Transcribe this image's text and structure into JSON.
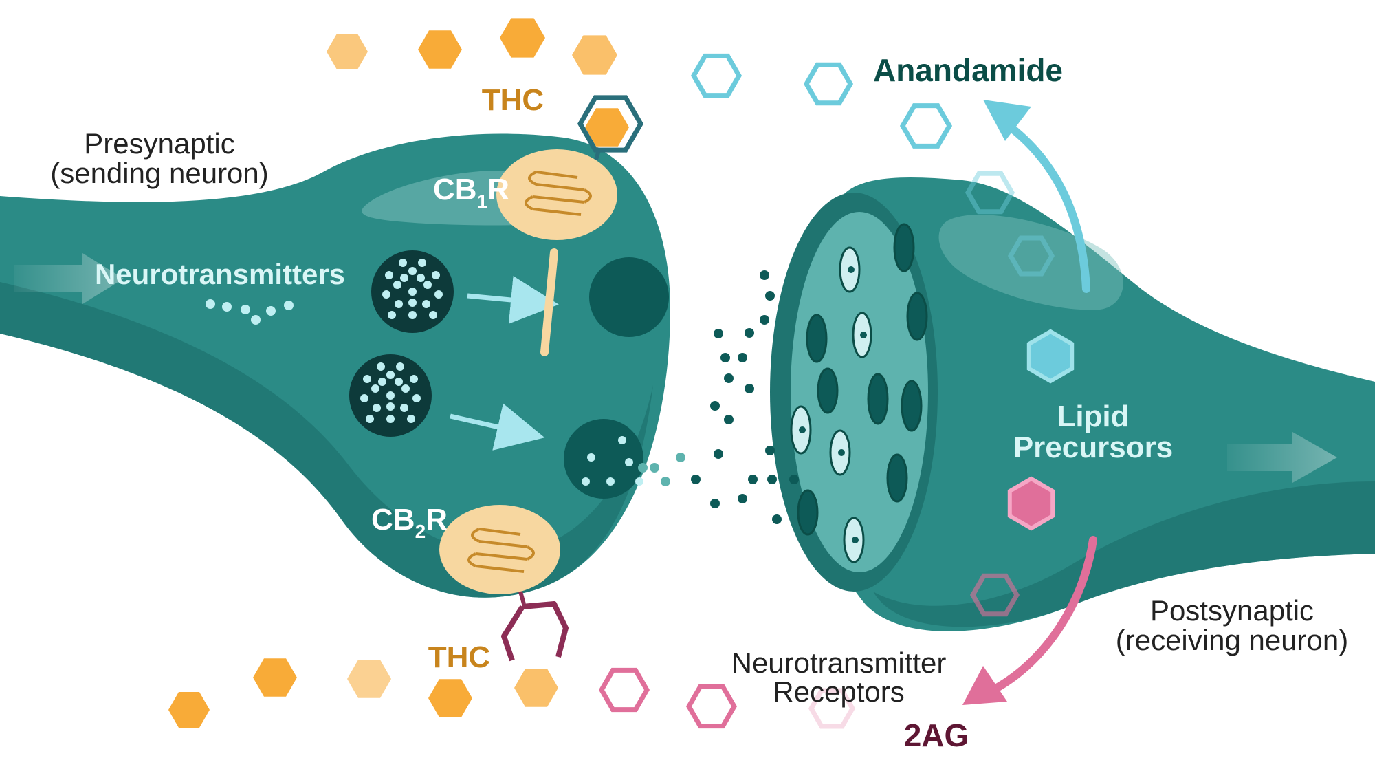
{
  "labels": {
    "presynaptic_line1": "Presynaptic",
    "presynaptic_line2": "(sending neuron)",
    "postsynaptic_line1": "Postsynaptic",
    "postsynaptic_line2": "(receiving neuron)",
    "neurotransmitters": "Neurotransmitters",
    "thc_top": "THC",
    "thc_bottom": "THC",
    "cb1r_main": "CB",
    "cb1r_sub": "1",
    "cb1r_end": "R",
    "cb2r_main": "CB",
    "cb2r_sub": "2",
    "cb2r_end": "R",
    "anandamide": "Anandamide",
    "lipid_line1": "Lipid",
    "lipid_line2": "Precursors",
    "receptors_line1": "Neurotransmitter",
    "receptors_line2": "Receptors",
    "two_ag": "2AG"
  },
  "colors": {
    "neuron": "#2b8b86",
    "neuron_dark": "#1f7470",
    "neuron_light": "#3ea29c",
    "dark_teal": "#0d5a57",
    "receptor_fill": "#f7d7a0",
    "receptor_line": "#c68a2a",
    "thc_orange": "#f8ab38",
    "thc_label": "#c8841c",
    "anandamide_cyan": "#6ccbdc",
    "anandamide_label": "#0b4d47",
    "two_ag_pink": "#e06f9a",
    "two_ag_label": "#5e1633",
    "cb2_connector": "#8c2d55",
    "vesicle_dots": "#bfeff2",
    "label_light": "#d9f6f6"
  }
}
